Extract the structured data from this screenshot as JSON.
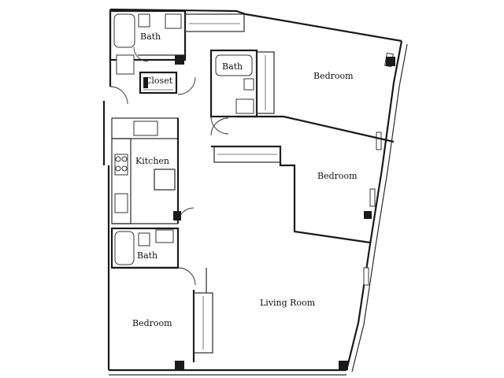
{
  "rooms": {
    "bath_top": "Bath",
    "closet": "Closet",
    "bath_mid": "Bath",
    "bedroom_ne": "Bedroom",
    "kitchen": "Kitchen",
    "bedroom_e": "Bedroom",
    "bath_low": "Bath",
    "living_room": "Living Room",
    "bedroom_sw": "Bedroom"
  }
}
